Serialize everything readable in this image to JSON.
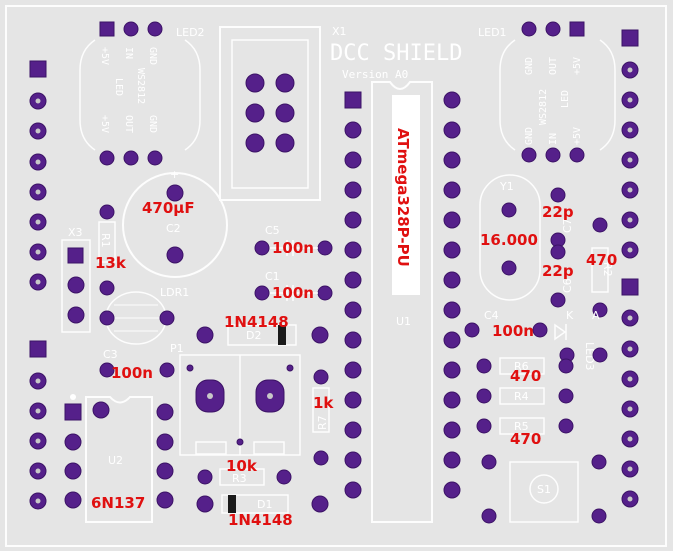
{
  "board": {
    "title": "DCC SHIELD",
    "version": "Version A0"
  },
  "colors": {
    "background": "#e5e5e5",
    "silkscreen": "#ffffff",
    "pad": "#55208a",
    "value_text": "#e01010"
  },
  "labels": {
    "led2": "LED2",
    "led1": "LED1",
    "x1": "X1",
    "x3": "X3",
    "r1": "R1",
    "c2": "C2",
    "c5": "C5",
    "c1": "C1",
    "ldr1": "LDR1",
    "c3": "C3",
    "p1": "P1",
    "d2": "D2",
    "r7": "R7",
    "u1": "U1",
    "u2": "U2",
    "r3": "R3",
    "d1": "D1",
    "y1": "Y1",
    "c7": "C7",
    "c6": "C6",
    "r2": "R2",
    "c4": "C4",
    "r6": "R6",
    "r4": "R4",
    "r5": "R5",
    "led3": "LED3",
    "k": "K",
    "a": "A",
    "s1": "S1",
    "ws2812": "WS2812",
    "gnd": "GND",
    "in": "IN",
    "out": "OUT",
    "p5v": "+5V",
    "led": "LED"
  },
  "values": {
    "c2": "470µF",
    "r1": "13k",
    "c5": "100n",
    "c1": "100n",
    "d2": "1N4148",
    "c3": "100n",
    "r7": "1k",
    "u2": "6N137",
    "r3": "10k",
    "d1": "1N4148",
    "u1": "ATmega328P-PU",
    "y1": "16.000",
    "c7": "22p",
    "c6": "22p",
    "r2": "470",
    "c4": "100n",
    "r6": "470",
    "r5": "470"
  }
}
